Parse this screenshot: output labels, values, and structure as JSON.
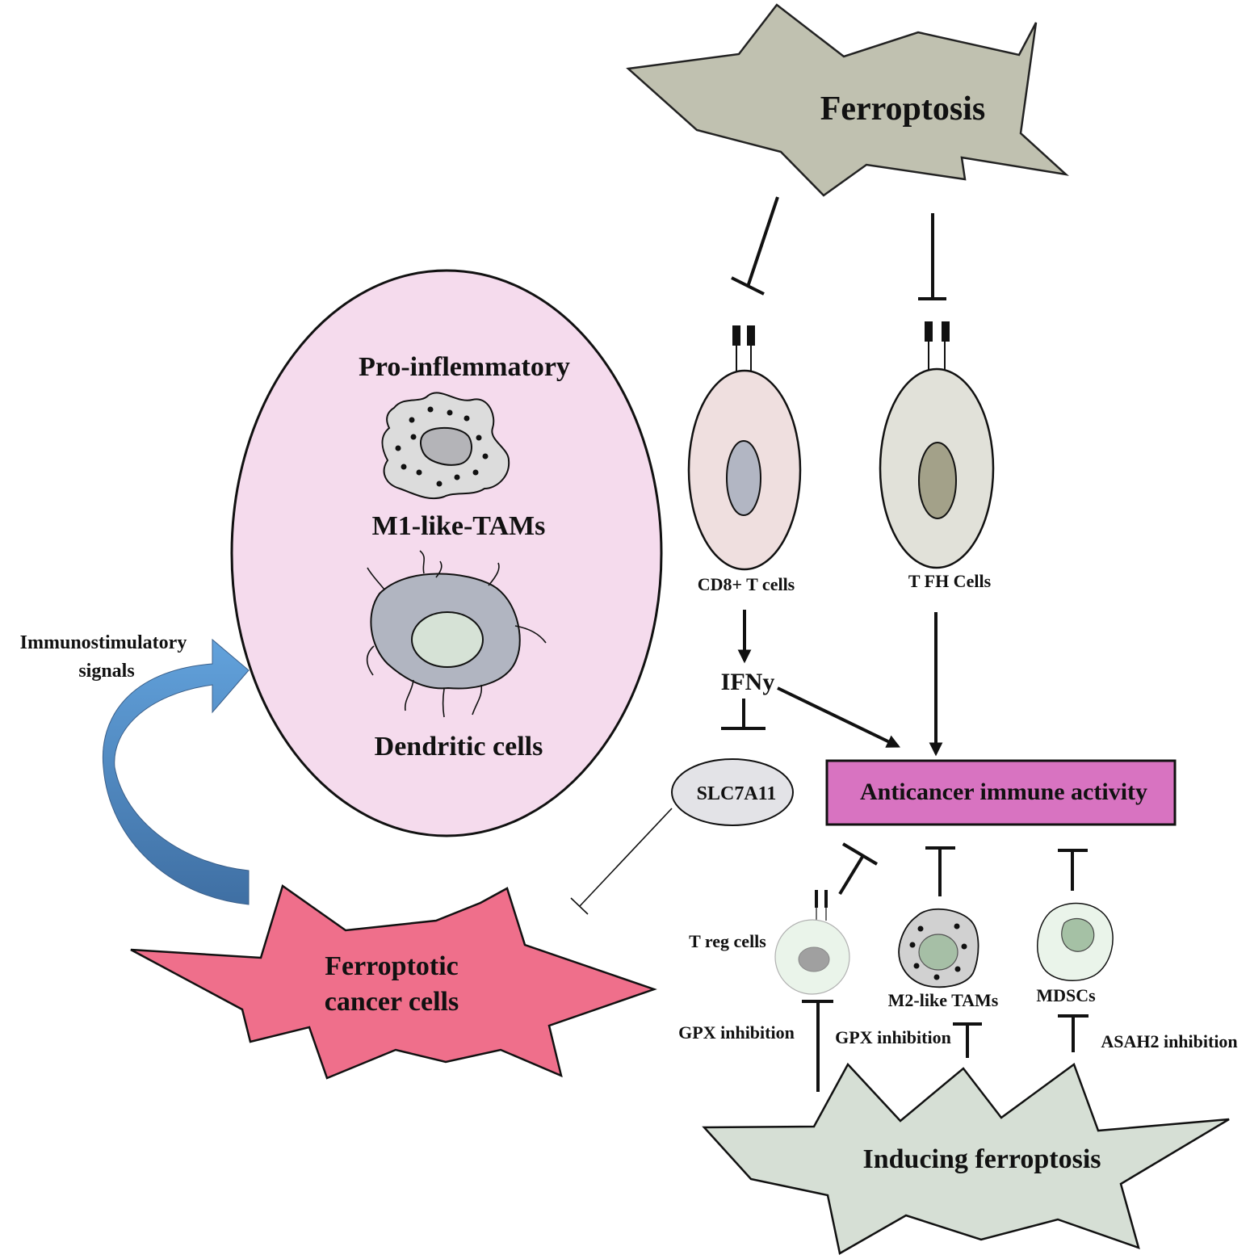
{
  "labels": {
    "ferroptosis": "Ferroptosis",
    "pro_inflammatory": "Pro-inflemmatory",
    "m1_tams": "M1-like-TAMs",
    "dendritic_cells": "Dendritic cells",
    "immunostimulatory_line1": "Immunostimulatory",
    "immunostimulatory_line2": "signals",
    "cd8_t_cells": "CD8+ T cells",
    "tfh_cells": "T FH Cells",
    "ifny": "IFNy",
    "slc7a11": "SLC7A11",
    "anticancer": "Anticancer immune activity",
    "ferroptotic_line1": "Ferroptotic",
    "ferroptotic_line2": "cancer cells",
    "treg_cells": "T reg cells",
    "m2_tams": "M2-like TAMs",
    "mdscs": "MDSCs",
    "gpx_inhibition_left": "GPX inhibition",
    "gpx_inhibition_right": "GPX inhibition",
    "asah2_inhibition": "ASAH2 inhibition",
    "inducing_ferroptosis": "Inducing ferroptosis"
  },
  "colors": {
    "ferroptosis_star": "#c0c1b0",
    "pink_ellipse": "#f5dbed",
    "cd8_cell": "#efdfdf",
    "cd8_nucleus": "#b2b6c3",
    "tfh_cell": "#e1e1d9",
    "tfh_nucleus": "#a3a189",
    "m1_cell": "#dcdcdc",
    "m1_nucleus": "#b4b4b8",
    "dendritic_cell": "#b1b5c1",
    "dendritic_nucleus": "#d6e2d6",
    "slc7a11": "#e3e3e7",
    "anticancer_box": "#d873c1",
    "cancer_star": "#ef6f8b",
    "inducing_star": "#d6dfd5",
    "treg_cell": "#eaf4ea",
    "treg_nucleus": "#a0a0a0",
    "m2_cell": "#d1d1d1",
    "m2_nucleus": "#a6bfa6",
    "mdsc_cell": "#eaf4ea",
    "mdsc_nucleus": "#a5c1a5",
    "arrow_light": "#62a2dc",
    "arrow_dark": "#3f6fa3"
  }
}
